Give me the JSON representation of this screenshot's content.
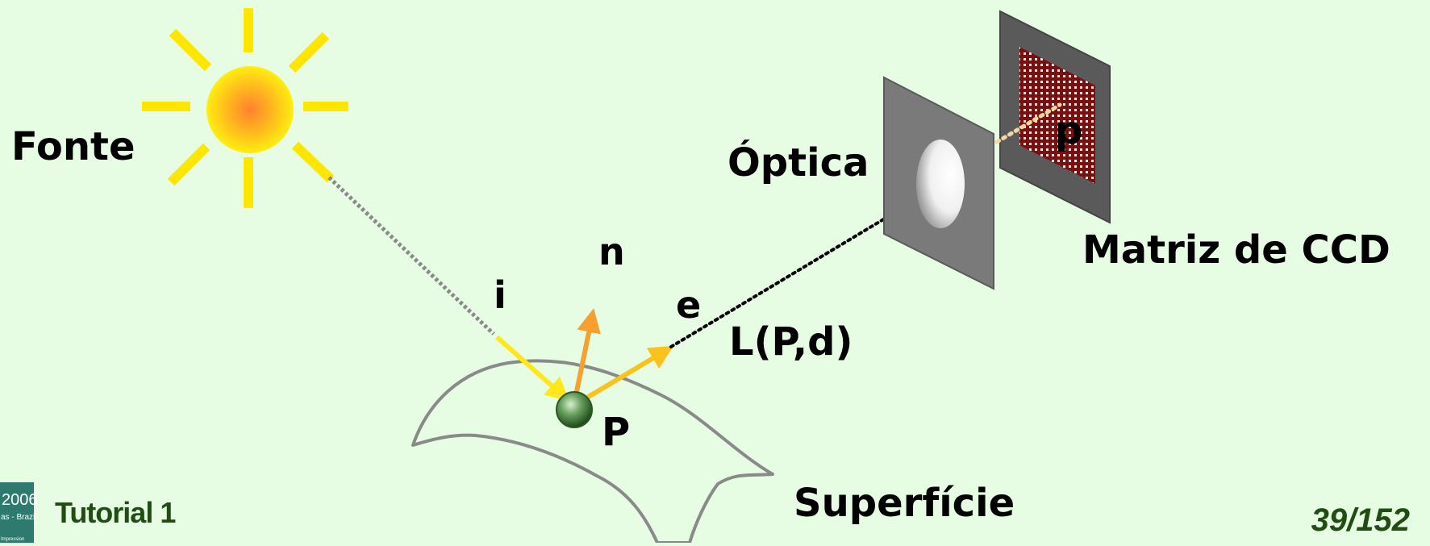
{
  "labels": {
    "source": "Fonte",
    "optics": "Óptica",
    "ccd": "Matriz de CCD",
    "surface": "Superfície",
    "incident": "i",
    "normal": "n",
    "emitted": "e",
    "radiance": "L(P,d)",
    "point_surface": "P",
    "point_image": "p"
  },
  "footer": {
    "logo_year": "2006",
    "logo_sub": "as - Brazil",
    "logo_small": "Impression",
    "title": "Tutorial 1",
    "page": "39/152"
  },
  "colors": {
    "background": "#e6fde4",
    "sun_core": "#ff8c1a",
    "sun_edge": "#ffe600",
    "incident_ray": "#ffe81a",
    "normal_arrow": "#f7a030",
    "emitted_arrow": "#fcc21c",
    "ccd_grid": "#7a0f0f",
    "footer_text": "#1f4d12"
  }
}
